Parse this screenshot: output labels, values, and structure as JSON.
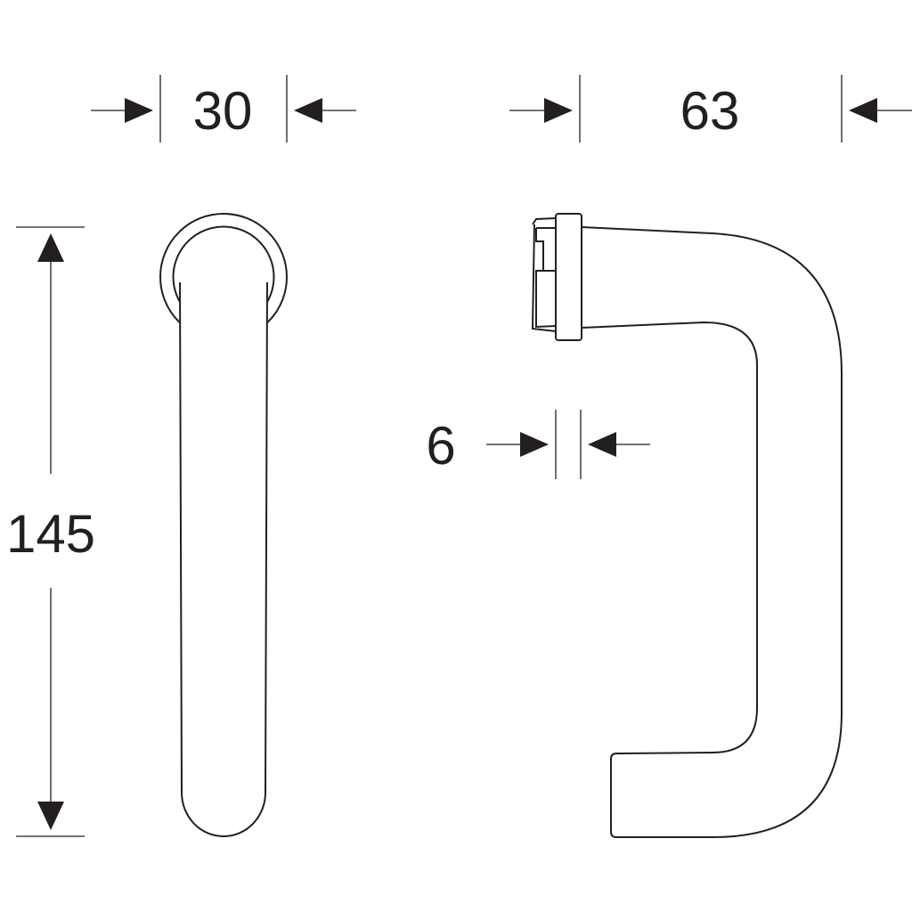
{
  "drawing": {
    "dimensions": {
      "rose_diameter": "30",
      "projection": "63",
      "height": "145",
      "rose_thickness": "6"
    },
    "line_color": "#231f20"
  }
}
